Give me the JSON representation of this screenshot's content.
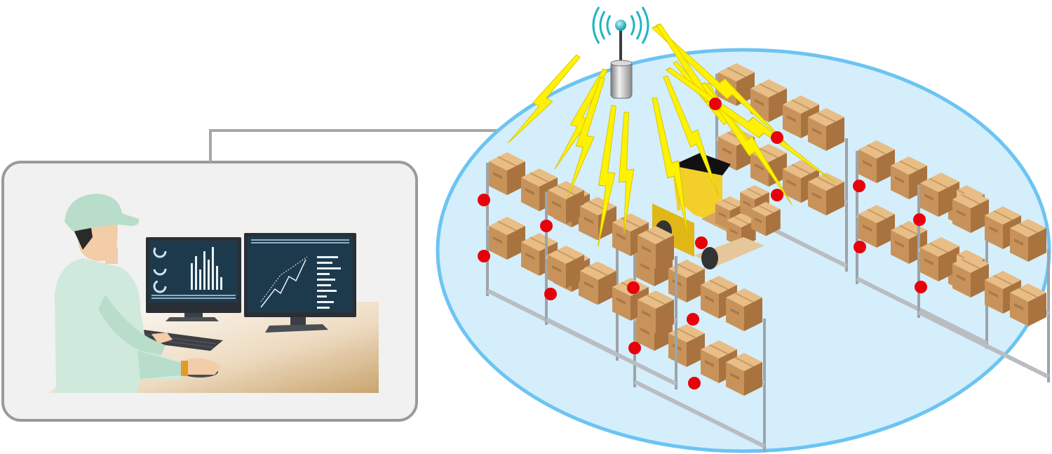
{
  "diagram": {
    "type": "warehouse-wireless-monitoring",
    "nodes": [
      {
        "id": "operator",
        "kind": "person-at-workstation"
      },
      {
        "id": "monitor-left",
        "kind": "dashboard-screen"
      },
      {
        "id": "monitor-right",
        "kind": "chart-screen"
      },
      {
        "id": "antenna",
        "kind": "wireless-access-point"
      },
      {
        "id": "forklift",
        "kind": "vehicle"
      },
      {
        "id": "shelves",
        "kind": "warehouse-racks",
        "count": 5
      }
    ],
    "edges": [
      {
        "from": "monitor-right",
        "to": "antenna",
        "kind": "wired-cable"
      },
      {
        "from": "antenna",
        "to": "sensor-tags",
        "kind": "wireless-link"
      }
    ],
    "sensor_tag_count": 17
  },
  "colors": {
    "coverage_fill": "#d4eefc",
    "coverage_stroke": "#6cc4f2",
    "lightning": "#fff200",
    "sensor_tag": "#e8000b",
    "cable": "#a6a6a6",
    "panel_bg": "#f1f1f1",
    "panel_border": "#9a9a9a",
    "box_brown": "#c9955c",
    "forklift_yellow": "#f3cf2a"
  }
}
